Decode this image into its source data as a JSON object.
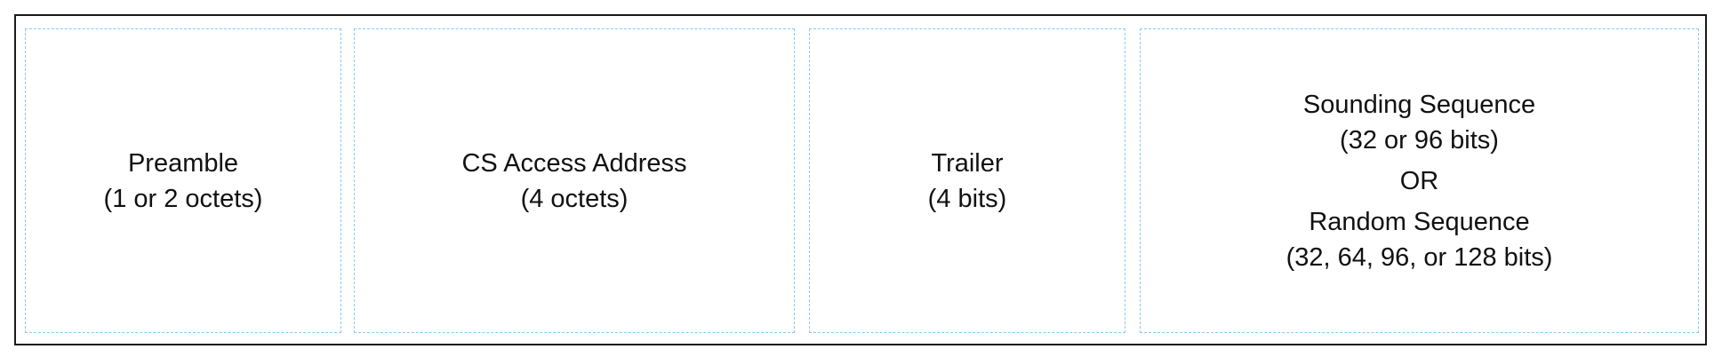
{
  "fields": [
    {
      "name": "Preamble",
      "size": "(1 or 2 octets)"
    },
    {
      "name": "CS Access Address",
      "size": "(4 octets)"
    },
    {
      "name": "Trailer",
      "size": "(4 bits)"
    },
    {
      "option_a": {
        "name": "Sounding Sequence",
        "size": "(32 or 96 bits)"
      },
      "separator": "OR",
      "option_b": {
        "name": "Random Sequence",
        "size": "(32, 64, 96, or 128 bits)"
      }
    }
  ],
  "colors": {
    "outer_border": "#1a1a1a",
    "field_border": "#8cc8f0",
    "text": "#111111"
  }
}
